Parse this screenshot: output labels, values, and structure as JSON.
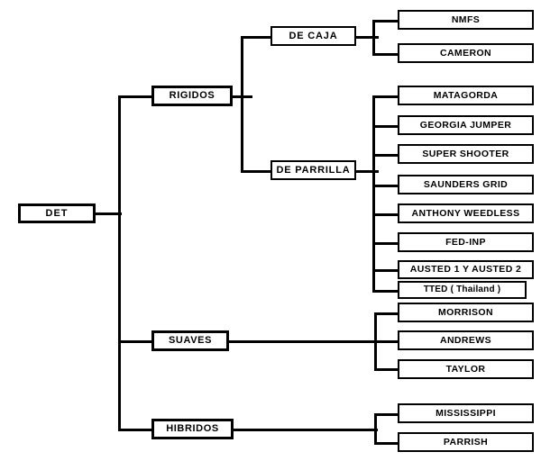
{
  "diagram": {
    "title": "DET",
    "root": {
      "id": "det",
      "label": "DET"
    },
    "level2": [
      {
        "id": "rigidos",
        "label": "RIGIDOS"
      },
      {
        "id": "suaves",
        "label": "SUAVES"
      },
      {
        "id": "hibridos",
        "label": "HIBRIDOS"
      }
    ],
    "level3": [
      {
        "id": "de-caja",
        "label": "DE  CAJA"
      },
      {
        "id": "de-parrilla",
        "label": "DE PARRILLA"
      }
    ],
    "leaves": {
      "de_caja": [
        {
          "id": "nmfs",
          "label": "NMFS"
        },
        {
          "id": "cameron",
          "label": "CAMERON"
        }
      ],
      "de_parrilla": [
        {
          "id": "matagorda",
          "label": "MATAGORDA"
        },
        {
          "id": "georgia-jumper",
          "label": "GEORGIA JUMPER"
        },
        {
          "id": "super-shooter",
          "label": "SUPER SHOOTER"
        },
        {
          "id": "saunders-grid",
          "label": "SAUNDERS GRID"
        },
        {
          "id": "anthony-weedless",
          "label": "ANTHONY WEEDLESS"
        },
        {
          "id": "fed-inp",
          "label": "FED-INP"
        },
        {
          "id": "austed",
          "label": "AUSTED 1 Y AUSTED 2"
        },
        {
          "id": "tted-thailand",
          "label": "TTED ( Thailand )"
        }
      ],
      "suaves": [
        {
          "id": "morrison",
          "label": "MORRISON"
        },
        {
          "id": "andrews",
          "label": "ANDREWS"
        },
        {
          "id": "taylor",
          "label": "TAYLOR"
        }
      ],
      "hibridos": [
        {
          "id": "mississippi",
          "label": "MISSISSIPPI"
        },
        {
          "id": "parrish",
          "label": "PARRISH"
        }
      ]
    },
    "colors": {
      "line": "#000000",
      "box_fill": "#ffffff",
      "text": "#000000",
      "background": "#ffffff"
    }
  }
}
